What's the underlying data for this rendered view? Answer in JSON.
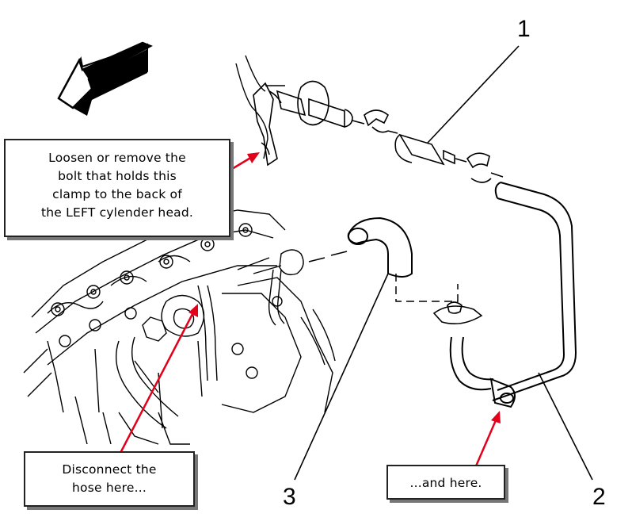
{
  "callouts": {
    "clamp": {
      "lines": [
        "Loosen or remove the",
        "bolt that holds this",
        "clamp to the back of",
        "the LEFT cylender head."
      ]
    },
    "hose": {
      "lines": [
        "Disconnect the",
        "hose here..."
      ]
    },
    "here": {
      "lines": [
        "...and here."
      ]
    }
  },
  "part_numbers": [
    "1",
    "2",
    "3"
  ],
  "colors": {
    "arrow": "#e3001b",
    "line": "#000000",
    "shadow": "#777777"
  }
}
